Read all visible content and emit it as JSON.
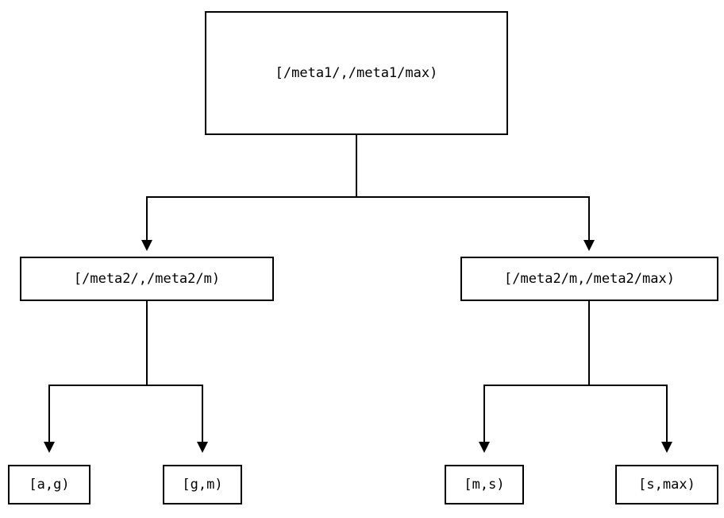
{
  "diagram": {
    "type": "tree",
    "nodes": {
      "root": {
        "label": "[/meta1/,/meta1/max)"
      },
      "left_child": {
        "label": "[/meta2/,/meta2/m)"
      },
      "right_child": {
        "label": "[/meta2/m,/meta2/max)"
      },
      "leaves": [
        {
          "label": "[a,g)"
        },
        {
          "label": "[g,m)"
        },
        {
          "label": "[m,s)"
        },
        {
          "label": "[s,max)"
        }
      ]
    },
    "colors": {
      "line": "#000000",
      "box_border": "#000000",
      "box_fill": "#ffffff",
      "text": "#000000",
      "background": "#ffffff"
    }
  }
}
